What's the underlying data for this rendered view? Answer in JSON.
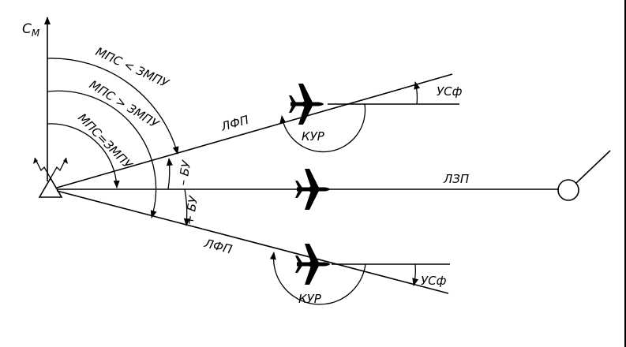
{
  "labels": {
    "north_axis": "C",
    "north_axis_sub": "М",
    "arc_mps_lt": "МПС < ЗМПУ",
    "arc_mps_gt": "МПС > ЗМПУ",
    "arc_mps_eq": "МПС=ЗМПУ",
    "lfp_upper": "ЛФП",
    "lfp_lower": "ЛФП",
    "lzp": "ЛЗП",
    "kur_upper": "КУР",
    "kur_lower": "КУР",
    "us_upper": "УС",
    "us_upper_sub": "ф",
    "us_lower": "УС",
    "us_lower_sub": "ф",
    "bu_minus": "– БУ",
    "bu_plus": "+ БУ"
  }
}
